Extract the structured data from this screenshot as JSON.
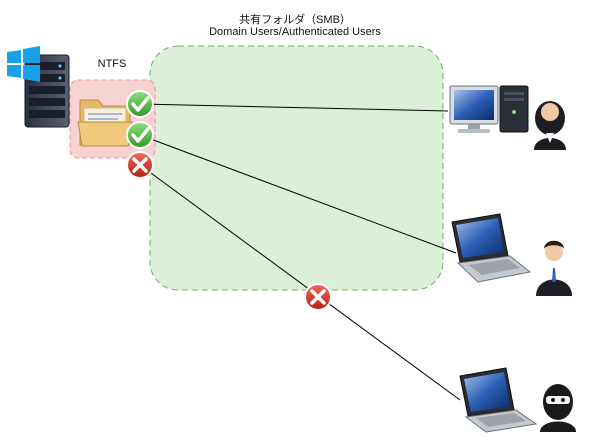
{
  "share": {
    "title": "共有フォルダ（SMB）",
    "subtitle": "Domain Users/Authenticated Users"
  },
  "ntfs": {
    "label": "NTFS"
  },
  "colors": {
    "share_fill": "#dcefd9",
    "share_border": "#6faa6a",
    "ntfs_fill": "#f6d2d2",
    "ntfs_border": "#e59a9a",
    "allow": "#3da635",
    "deny": "#d52b1e"
  },
  "connections": [
    {
      "name": "desktop-user",
      "access": "allowed"
    },
    {
      "name": "laptop-user",
      "access": "allowed"
    },
    {
      "name": "anonymous-laptop-user",
      "access": "denied"
    }
  ]
}
